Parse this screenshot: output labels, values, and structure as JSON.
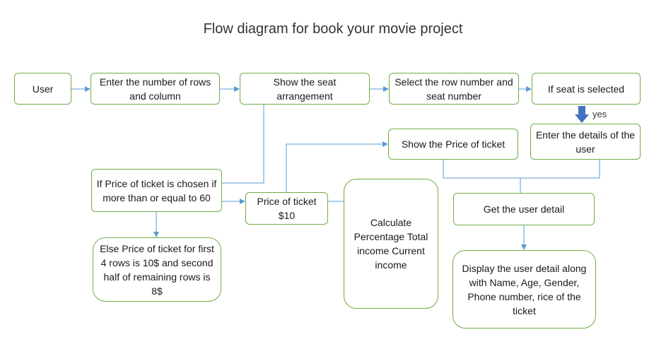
{
  "diagram": {
    "title": "Flow diagram for book your movie project",
    "edge_label_yes": "yes",
    "nodes": {
      "user": "User",
      "enter_rows": "Enter the number of rows and column",
      "show_seats": "Show the seat arrangement",
      "select_row": "Select the row number and seat number",
      "if_seat": "If seat is selected",
      "enter_details": "Enter the details of the user",
      "show_price": "Show the Price of ticket",
      "if_price": "If Price of ticket is chosen if more than or equal to 60",
      "price_10": "Price of ticket $10",
      "calculate": "Calculate Percentage Total income Current income",
      "get_user": "Get the user detail",
      "else_price": "Else Price of ticket for first 4 rows is 10$ and second half of remaining rows is 8$",
      "display_user": "Display the user detail along with Name, Age, Gender, Phone number, rice of the ticket"
    },
    "colors": {
      "node_border": "#70ad47",
      "connector": "#5b9bd5",
      "thick_arrow": "#4472c4"
    }
  }
}
